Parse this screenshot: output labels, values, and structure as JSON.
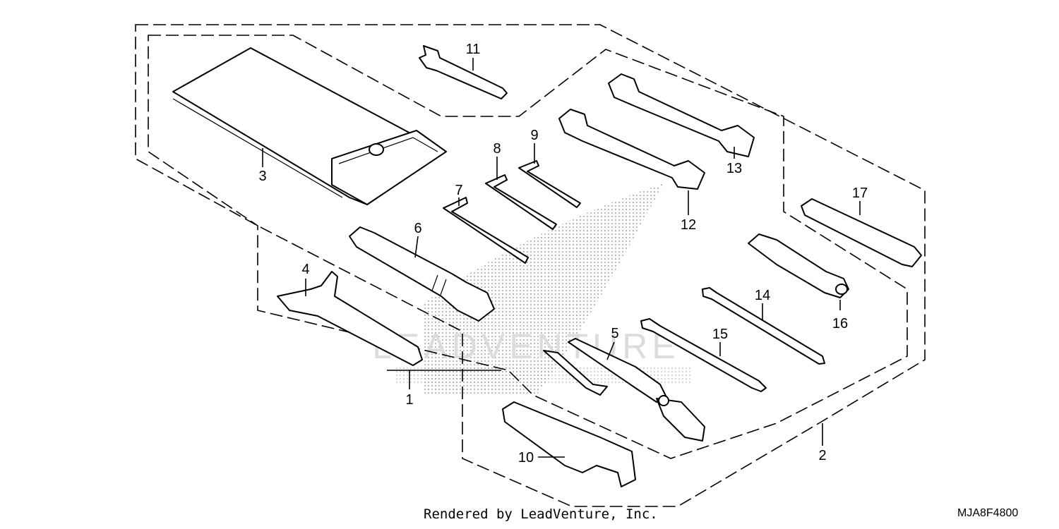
{
  "footer": {
    "rendered_by": "Rendered by LeadVenture, Inc.",
    "diagram_code": "MJA8F4800"
  },
  "watermark": {
    "text": "LEADVENTURE",
    "color": "#cfcfcf"
  },
  "callouts": {
    "c1": "1",
    "c2": "2",
    "c3": "3",
    "c4": "4",
    "c5": "5",
    "c6": "6",
    "c7": "7",
    "c8": "8",
    "c9": "9",
    "c10": "10",
    "c11": "11",
    "c12": "12",
    "c13": "13",
    "c14": "14",
    "c15": "15",
    "c16": "16",
    "c17": "17"
  },
  "colors": {
    "ink": "#000000",
    "background": "#ffffff",
    "dot_pattern": "#9a9a9a"
  }
}
